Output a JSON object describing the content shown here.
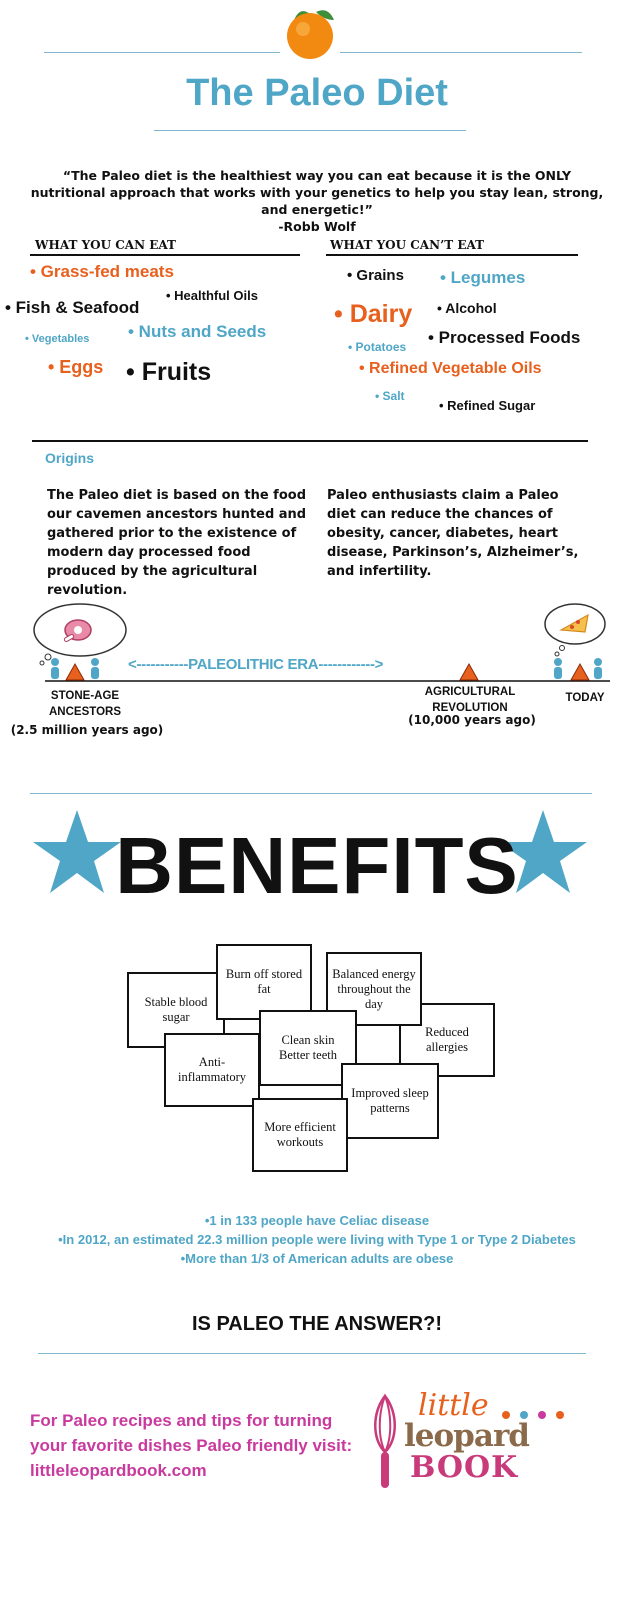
{
  "header": {
    "title": "The Paleo Diet"
  },
  "quote": {
    "text": "“The Paleo diet is the healthiest way you can eat because it is the ONLY nutritional approach that works with your genetics to help you stay lean, strong, and energetic!”",
    "author": "-Robb Wolf"
  },
  "can_eat": {
    "heading": "WHAT YOU CAN EAT",
    "items": [
      "• Grass-fed meats",
      "• Healthful Oils",
      "• Fish & Seafood",
      "• Vegetables",
      "• Nuts and Seeds",
      "• Eggs",
      "• Fruits"
    ]
  },
  "cant_eat": {
    "heading": "WHAT YOU CAN’T EAT",
    "items": [
      "• Grains",
      "• Legumes",
      "• Dairy",
      "• Alcohol",
      "• Potatoes",
      "• Processed Foods",
      "• Refined Vegetable Oils",
      "• Salt",
      "• Refined Sugar"
    ]
  },
  "origins": {
    "heading": "Origins",
    "left": "The Paleo diet is based on the food our cavemen ancestors hunted and gathered prior to the existence of modern day processed food produced by the agricultural revolution.",
    "right": "Paleo enthusiasts claim a Paleo diet can reduce the chances of obesity, cancer, diabetes, heart disease, Parkinson’s, Alzheimer’s, and infertility."
  },
  "timeline": {
    "era": "<-----------PALEOLITHIC ERA------------>",
    "start_label": "STONE-AGE ANCESTORS",
    "start_sub": "(2.5 million years ago)",
    "mid_label": "AGRICULTURAL REVOLUTION",
    "mid_sub": "(10,000 years ago)",
    "end_label": "TODAY",
    "colors": {
      "triangle": "#e8601e",
      "people": "#4fa6c6"
    }
  },
  "benefits": {
    "title": "BENEFITS",
    "boxes": [
      "Stable blood sugar",
      "Burn off stored fat",
      "Balanced energy throughout the day",
      "Clean skin Better teeth",
      "Reduced allergies",
      "Anti-inflammatory",
      "Improved sleep patterns",
      "More efficient workouts"
    ]
  },
  "stats": [
    "•1 in 133 people have Celiac disease",
    "•In 2012, an estimated 22.3 million people were living with Type 1 or Type 2 Diabetes",
    "•More than 1/3 of American adults are obese"
  ],
  "answer": "IS PALEO THE ANSWER?!",
  "promo": {
    "text": "For Paleo recipes and tips for turning your favorite dishes Paleo friendly visit:",
    "link": "littleleopardbook.com"
  },
  "logo": {
    "line1": "little",
    "line2": "leopard",
    "line3": "BOOK"
  },
  "colors": {
    "blue": "#4fa6c6",
    "orange": "#e8601e",
    "magenta": "#c93a9e",
    "dark": "#111111"
  }
}
